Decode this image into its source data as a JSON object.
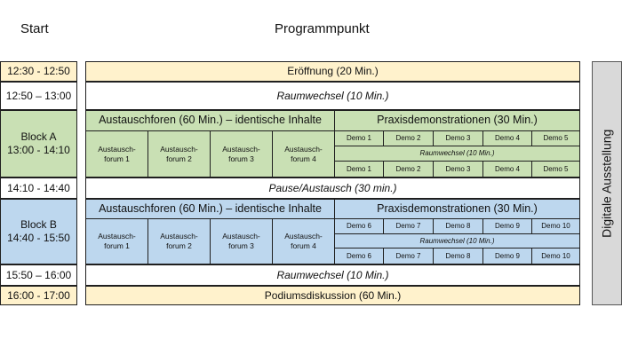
{
  "headers": {
    "start": "Start",
    "program": "Programmpunkt"
  },
  "times": {
    "t1": "12:30 - 12:50",
    "t2": "12:50 – 13:00",
    "blockA": "Block A",
    "blockA_time": "13:00 - 14:10",
    "t3": "14:10 - 14:40",
    "blockB": "Block B",
    "blockB_time": "14:40 - 15:50",
    "t4": "15:50 – 16:00",
    "t5": "16:00 - 17:00"
  },
  "rows": {
    "opening": "Eröffnung (20 Min.)",
    "room_change": "Raumwechsel (10 Min.)",
    "pause": "Pause/Austausch (30 min.)",
    "room_change2": "Raumwechsel (10 Min.)",
    "panel": "Podiumsdiskussion (60 Min.)"
  },
  "blockA": {
    "forum_header": "Austauschforen (60 Min.) – identische Inhalte",
    "demo_header": "Praxisdemonstrationen (30 Min.)",
    "forums": [
      {
        "l1": "Austausch-",
        "l2": "forum 1"
      },
      {
        "l1": "Austausch-",
        "l2": "forum 2"
      },
      {
        "l1": "Austausch-",
        "l2": "forum 3"
      },
      {
        "l1": "Austausch-",
        "l2": "forum 4"
      }
    ],
    "demos": [
      "Demo 1",
      "Demo 2",
      "Demo 3",
      "Demo 4",
      "Demo 5"
    ],
    "demo_change": "Raumwechsel (10 Min.)"
  },
  "blockB": {
    "forum_header": "Austauschforen (60 Min.) – identische Inhalte",
    "demo_header": "Praxisdemonstrationen (30 Min.)",
    "forums": [
      {
        "l1": "Austausch-",
        "l2": "forum 1"
      },
      {
        "l1": "Austausch-",
        "l2": "forum 2"
      },
      {
        "l1": "Austausch-",
        "l2": "forum 3"
      },
      {
        "l1": "Austausch-",
        "l2": "forum 4"
      }
    ],
    "demos": [
      "Demo 6",
      "Demo 7",
      "Demo 8",
      "Demo 9",
      "Demo 10"
    ],
    "demo_change": "Raumwechsel (10 Min.)"
  },
  "side_label": "Digitale Ausstellung",
  "colors": {
    "yellow": "#fff2cc",
    "green": "#c9e0b4",
    "blue": "#bdd7ee",
    "grey": "#d9d9d9"
  }
}
